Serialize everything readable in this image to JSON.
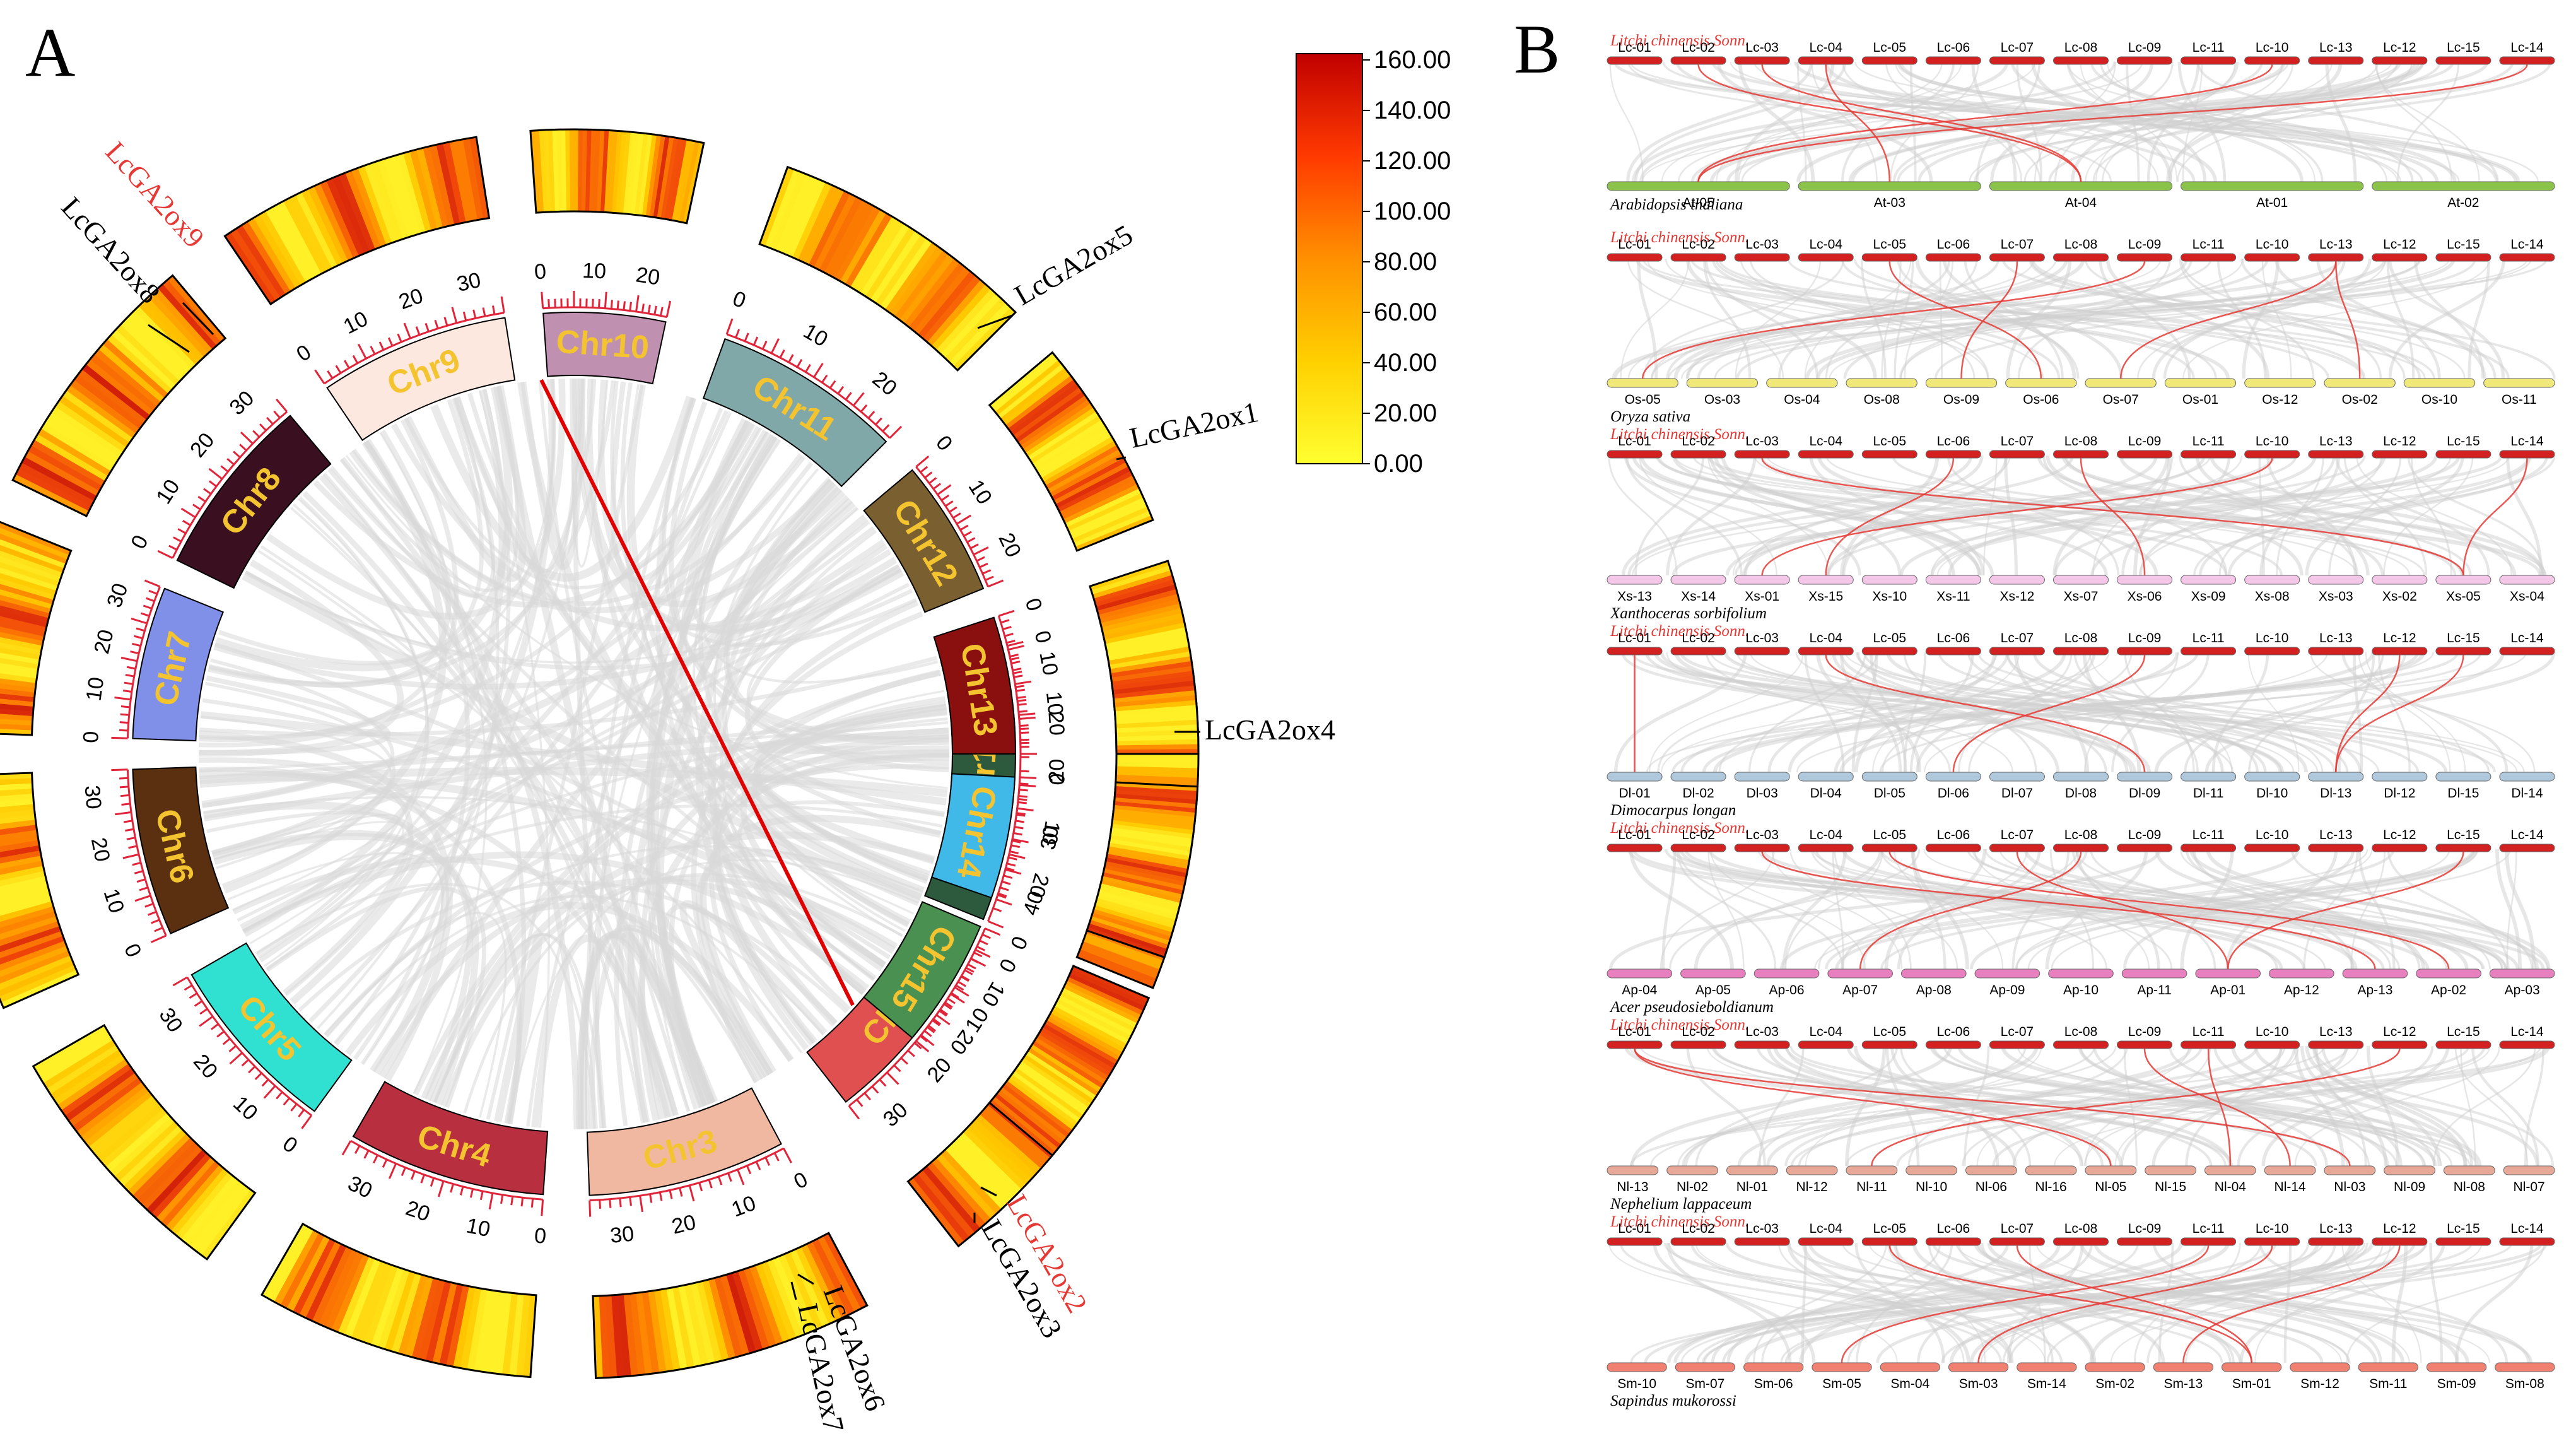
{
  "panel_a": {
    "label": "A",
    "colorbar": {
      "ticks": [
        "160.00",
        "140.00",
        "120.00",
        "100.00",
        "80.00",
        "60.00",
        "40.00",
        "20.00",
        "0.00"
      ],
      "colors": [
        "#c00000",
        "#ff6a00",
        "#ffd400",
        "#ffff33"
      ]
    },
    "chromosomes": [
      {
        "name": "Chr1",
        "color": "#2d5a3d",
        "ticks": [
          "0",
          "10",
          "20",
          "30",
          "40"
        ]
      },
      {
        "name": "Chr2",
        "color": "#e05050",
        "ticks": [
          "0",
          "10",
          "20",
          "30"
        ]
      },
      {
        "name": "Chr3",
        "color": "#f0b8a0",
        "ticks": [
          "0",
          "10",
          "20",
          "30"
        ]
      },
      {
        "name": "Chr4",
        "color": "#b83040",
        "ticks": [
          "0",
          "10",
          "20",
          "30"
        ]
      },
      {
        "name": "Chr5",
        "color": "#30e0d0",
        "ticks": [
          "0",
          "10",
          "20",
          "30"
        ]
      },
      {
        "name": "Chr6",
        "color": "#5a3010",
        "ticks": [
          "0",
          "10",
          "20",
          "30"
        ]
      },
      {
        "name": "Chr7",
        "color": "#8090e8",
        "ticks": [
          "0",
          "10",
          "20",
          "30"
        ]
      },
      {
        "name": "Chr8",
        "color": "#3a1020",
        "ticks": [
          "0",
          "10",
          "20",
          "30"
        ]
      },
      {
        "name": "Chr9",
        "color": "#fde8e0",
        "ticks": [
          "0",
          "10",
          "20",
          "30"
        ]
      },
      {
        "name": "Chr10",
        "color": "#c090b0",
        "ticks": [
          "0",
          "10",
          "20"
        ]
      },
      {
        "name": "Chr11",
        "color": "#80a8a8",
        "ticks": [
          "0",
          "10",
          "20"
        ]
      },
      {
        "name": "Chr12",
        "color": "#7a6030",
        "ticks": [
          "0",
          "10",
          "20"
        ]
      },
      {
        "name": "Chr13",
        "color": "#8a1010",
        "ticks": [
          "0",
          "10",
          "20"
        ]
      },
      {
        "name": "Chr14",
        "color": "#40b8e8",
        "ticks": [
          "0",
          "10",
          "20"
        ]
      },
      {
        "name": "Chr15",
        "color": "#4a9050",
        "ticks": [
          "0",
          "10",
          "20"
        ]
      }
    ],
    "genes": [
      {
        "name": "LcGA2ox9",
        "color": "#e53935"
      },
      {
        "name": "LcGA2ox8",
        "color": "#000000"
      },
      {
        "name": "LcGA2ox5",
        "color": "#000000"
      },
      {
        "name": "LcGA2ox1",
        "color": "#000000"
      },
      {
        "name": "LcGA2ox4",
        "color": "#000000"
      },
      {
        "name": "LcGA2ox2",
        "color": "#e53935"
      },
      {
        "name": "LcGA2ox3",
        "color": "#000000"
      },
      {
        "name": "LcGA2ox6",
        "color": "#000000"
      },
      {
        "name": "LcGA2ox7",
        "color": "#000000"
      }
    ]
  },
  "panel_b": {
    "label": "B",
    "litchi_label": "Litchi chinensis Sonn.",
    "litchi_chrs": [
      "Lc-01",
      "Lc-02",
      "Lc-03",
      "Lc-04",
      "Lc-05",
      "Lc-06",
      "Lc-07",
      "Lc-08",
      "Lc-09",
      "Lc-11",
      "Lc-10",
      "Lc-13",
      "Lc-12",
      "Lc-15",
      "Lc-14"
    ],
    "rows": [
      {
        "species": "Arabidopsis thaliana",
        "color": "#8bc34a",
        "chrs": [
          "At-05",
          "At-03",
          "At-04",
          "At-01",
          "At-02"
        ]
      },
      {
        "species": "Oryza sativa",
        "color": "#f0e878",
        "chrs": [
          "Os-05",
          "Os-03",
          "Os-04",
          "Os-08",
          "Os-09",
          "Os-06",
          "Os-07",
          "Os-01",
          "Os-12",
          "Os-02",
          "Os-10",
          "Os-11"
        ]
      },
      {
        "species": "Xanthoceras sorbifolium",
        "color": "#f4c6e8",
        "chrs": [
          "Xs-13",
          "Xs-14",
          "Xs-01",
          "Xs-15",
          "Xs-10",
          "Xs-11",
          "Xs-12",
          "Xs-07",
          "Xs-06",
          "Xs-09",
          "Xs-08",
          "Xs-03",
          "Xs-02",
          "Xs-05",
          "Xs-04"
        ]
      },
      {
        "species": "Dimocarpus longan",
        "color": "#b0c8dc",
        "chrs": [
          "Dl-01",
          "Dl-02",
          "Dl-03",
          "Dl-04",
          "Dl-05",
          "Dl-06",
          "Dl-07",
          "Dl-08",
          "Dl-09",
          "Dl-11",
          "Dl-10",
          "Dl-13",
          "Dl-12",
          "Dl-15",
          "Dl-14"
        ]
      },
      {
        "species": "Acer pseudosieboldianum",
        "color": "#e880c0",
        "chrs": [
          "Ap-04",
          "Ap-05",
          "Ap-06",
          "Ap-07",
          "Ap-08",
          "Ap-09",
          "Ap-10",
          "Ap-11",
          "Ap-01",
          "Ap-12",
          "Ap-13",
          "Ap-02",
          "Ap-03"
        ]
      },
      {
        "species": "Nephelium lappaceum",
        "color": "#e8a898",
        "chrs": [
          "Nl-13",
          "Nl-02",
          "Nl-01",
          "Nl-12",
          "Nl-11",
          "Nl-10",
          "Nl-06",
          "Nl-16",
          "Nl-05",
          "Nl-15",
          "Nl-04",
          "Nl-14",
          "Nl-03",
          "Nl-09",
          "Nl-08",
          "Nl-07"
        ]
      },
      {
        "species": "Sapindus mukorossi",
        "color": "#f08070",
        "chrs": [
          "Sm-10",
          "Sm-07",
          "Sm-06",
          "Sm-05",
          "Sm-04",
          "Sm-03",
          "Sm-14",
          "Sm-02",
          "Sm-13",
          "Sm-01",
          "Sm-12",
          "Sm-11",
          "Sm-09",
          "Sm-08"
        ]
      }
    ]
  }
}
